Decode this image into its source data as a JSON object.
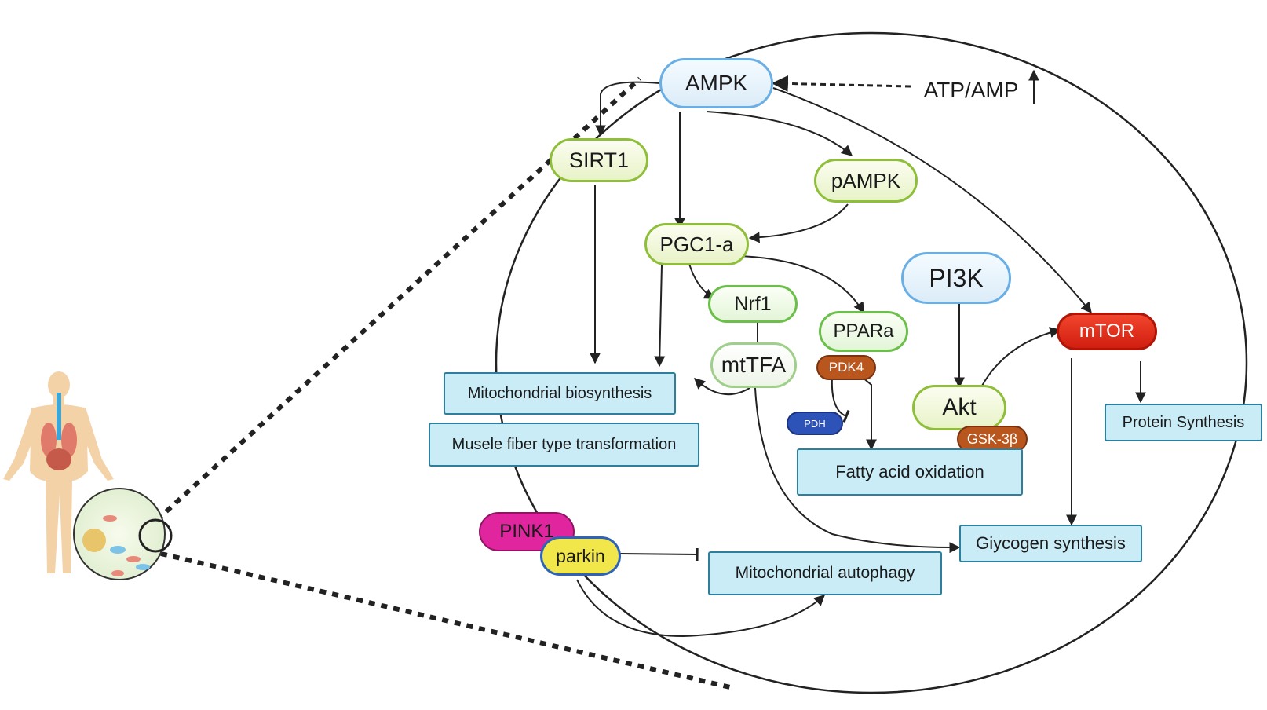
{
  "nodes": {
    "ampk": "AMPK",
    "atp_amp": "ATP/AMP",
    "sirt1": "SIRT1",
    "pampk": "pAMPK",
    "pgc1a": "PGC1-a",
    "nrf1": "Nrf1",
    "mttfa": "mtTFA",
    "ppara": "PPARa",
    "pdk4": "PDK4",
    "pdh": "PDH",
    "pi3k": "PI3K",
    "mtor": "mTOR",
    "akt": "Akt",
    "gsk3b": "GSK-3β",
    "pink1": "PINK1",
    "parkin": "parkin"
  },
  "outcomes": {
    "mito_biosynthesis": "Mitochondrial biosynthesis",
    "fiber_transformation": "Musele fiber type transformation",
    "fatty_acid_oxidation": "Fatty acid oxidation",
    "protein_synthesis": "Protein Synthesis",
    "glycogen_synthesis": "Giycogen synthesis",
    "mito_autophagy": "Mitochondrial autophagy"
  },
  "colors": {
    "ampk": "#dcecf8",
    "pi3k": "#dcecf8",
    "mtor": "#d11e10",
    "pdk4": "#b8561e",
    "gsk3b": "#b8561e",
    "pdh": "#2d52b8",
    "pink1": "#e0259f",
    "parkin": "#f2e74a",
    "outcome_box": "#c9ecf7",
    "yellow_green_node": "#e8f3c8",
    "green_node": "#e3f5d8"
  }
}
